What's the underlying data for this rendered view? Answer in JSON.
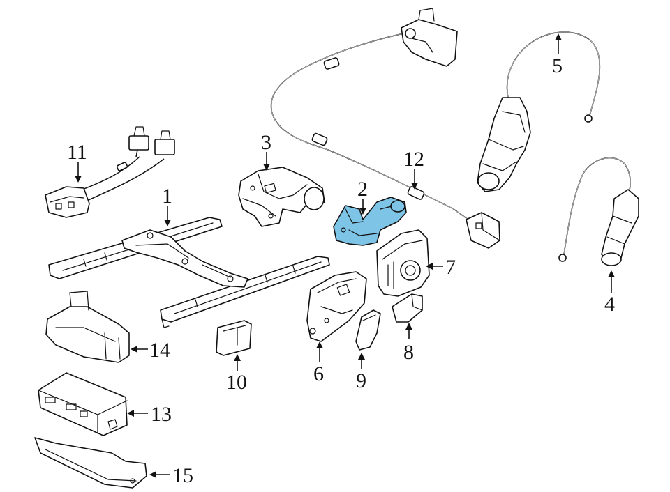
{
  "diagram": {
    "highlight_color": "#7ec4e6",
    "line_color": "#111111",
    "callouts": [
      {
        "id": "1",
        "label": "1"
      },
      {
        "id": "2",
        "label": "2"
      },
      {
        "id": "3",
        "label": "3"
      },
      {
        "id": "4",
        "label": "4"
      },
      {
        "id": "5",
        "label": "5"
      },
      {
        "id": "6",
        "label": "6"
      },
      {
        "id": "7",
        "label": "7"
      },
      {
        "id": "8",
        "label": "8"
      },
      {
        "id": "9",
        "label": "9"
      },
      {
        "id": "10",
        "label": "10"
      },
      {
        "id": "11",
        "label": "11"
      },
      {
        "id": "12",
        "label": "12"
      },
      {
        "id": "13",
        "label": "13"
      },
      {
        "id": "14",
        "label": "14"
      },
      {
        "id": "15",
        "label": "15"
      }
    ]
  }
}
